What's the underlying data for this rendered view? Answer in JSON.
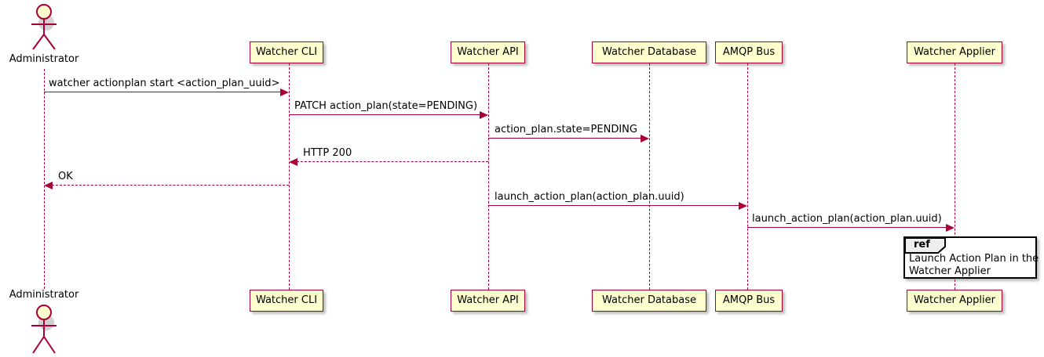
{
  "diagram": {
    "type": "sequence",
    "actor": {
      "name": "Administrator"
    },
    "participants": [
      {
        "label": "Watcher CLI"
      },
      {
        "label": "Watcher API"
      },
      {
        "label": "Watcher Database"
      },
      {
        "label": "AMQP Bus"
      },
      {
        "label": "Watcher Applier"
      }
    ],
    "messages": [
      {
        "text": "watcher actionplan start <action_plan_uuid>",
        "from": "Administrator",
        "to": "Watcher CLI",
        "line": "solid"
      },
      {
        "text": "PATCH action_plan(state=PENDING)",
        "from": "Watcher CLI",
        "to": "Watcher API",
        "line": "solid"
      },
      {
        "text": "action_plan.state=PENDING",
        "from": "Watcher API",
        "to": "Watcher Database",
        "line": "solid"
      },
      {
        "text": "HTTP 200",
        "from": "Watcher API",
        "to": "Watcher CLI",
        "line": "dashed"
      },
      {
        "text": "OK",
        "from": "Watcher CLI",
        "to": "Administrator",
        "line": "dashed"
      },
      {
        "text": "launch_action_plan(action_plan.uuid)",
        "from": "Watcher API",
        "to": "AMQP Bus",
        "line": "solid"
      },
      {
        "text": "launch_action_plan(action_plan.uuid)",
        "from": "AMQP Bus",
        "to": "Watcher Applier",
        "line": "solid"
      }
    ],
    "ref": {
      "keyword": "ref",
      "lines": [
        "Launch Action Plan in the",
        "Watcher Applier"
      ]
    },
    "colors": {
      "stroke": "#A80036",
      "participant_fill": "#FEFECE",
      "ref_tag_fill": "#EEEEEE",
      "ref_border": "#000000",
      "text": "#000000",
      "background": "#FFFFFF"
    }
  }
}
